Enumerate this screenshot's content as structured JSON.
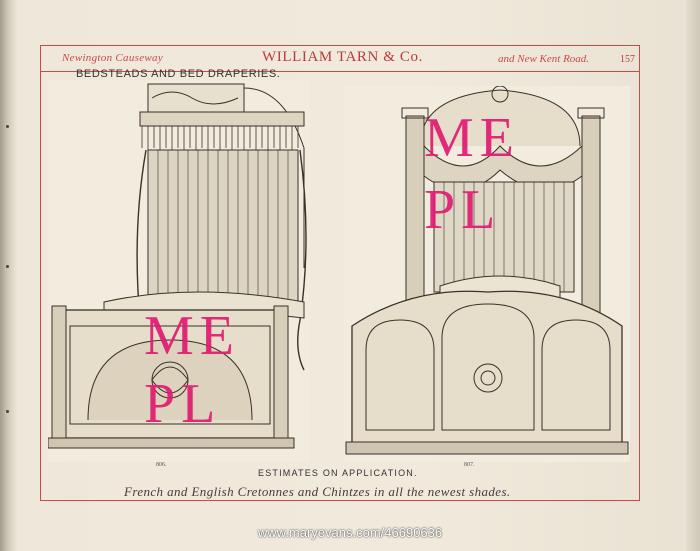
{
  "header": {
    "left": "Newington Causeway",
    "center": "WILLIAM TARN & Co.",
    "right": "and New Kent Road.",
    "page_number": "157"
  },
  "section_title": "BEDSTEADS AND BED DRAPERIES.",
  "figures": [
    {
      "number": "806."
    },
    {
      "number": "807."
    }
  ],
  "estimates": "ESTIMATES ON APPLICATION.",
  "tagline": "French and English Cretonnes and Chintzes in all the newest shades.",
  "watermark": {
    "line1": "ME",
    "line2": "PL"
  },
  "footer": "www.maryevans.com/46690636",
  "colors": {
    "accent": "#c94a4a",
    "watermark": "#e01b72",
    "ink": "#3a3128"
  }
}
